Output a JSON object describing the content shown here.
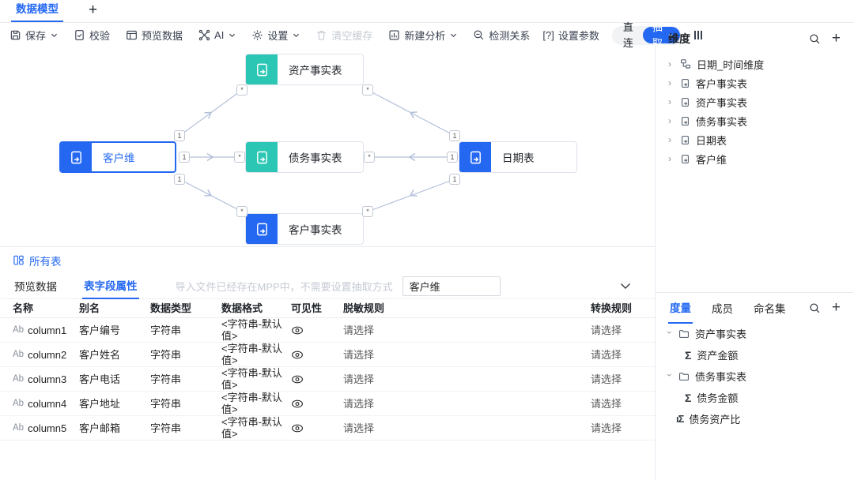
{
  "tabbar": {
    "tab": "数据模型",
    "add": "+"
  },
  "toolbar": {
    "save": "保存",
    "validate": "校验",
    "preview": "预览数据",
    "ai": "AI",
    "settings": "设置",
    "clear_cache": "清空缓存",
    "new_analysis": "新建分析",
    "detect_relations": "检测关系",
    "set_params": "设置参数",
    "mode_direct": "直连",
    "mode_extract": "抽取"
  },
  "colors": {
    "accent": "#2468f2",
    "teal": "#2bc7b4",
    "edge": "#b3c0da"
  },
  "icons": {
    "chevron_right": "›",
    "plus": "+",
    "sigma": "Σ",
    "calc_sigma": "ıΣ",
    "param_brackets": "[?]",
    "field_type_ab": "Ab"
  },
  "canvas": {
    "nodes": [
      {
        "label": "资产事实表",
        "color": "teal"
      },
      {
        "label": "客户维",
        "color": "blue",
        "selected": true
      },
      {
        "label": "债务事实表",
        "color": "teal"
      },
      {
        "label": "日期表",
        "color": "blue"
      },
      {
        "label": "客户事实表",
        "color": "blue"
      }
    ],
    "markers": [
      {
        "label": "1"
      },
      {
        "label": "1"
      },
      {
        "label": "1"
      },
      {
        "label": "*"
      },
      {
        "label": "*"
      },
      {
        "label": "*"
      },
      {
        "label": "*"
      },
      {
        "label": "*"
      },
      {
        "label": "*"
      },
      {
        "label": "1"
      },
      {
        "label": "1"
      },
      {
        "label": "1"
      }
    ]
  },
  "bottom_panel": {
    "all_tables": "所有表",
    "tabs": [
      {
        "label": "预览数据"
      },
      {
        "label": "表字段属性"
      }
    ],
    "hint": "导入文件已经存在MPP中，不需要设置抽取方式",
    "filter_value": "客户维",
    "table": {
      "headers": [
        "名称",
        "别名",
        "数据类型",
        "数据格式",
        "可见性",
        "脱敏规则",
        "转换规则"
      ],
      "rows": [
        {
          "name": "column1",
          "alias": "客户编号",
          "type": "字符串",
          "format": "<字符串-默认值>",
          "mask": "请选择",
          "transform": "请选择"
        },
        {
          "name": "column2",
          "alias": "客户姓名",
          "type": "字符串",
          "format": "<字符串-默认值>",
          "mask": "请选择",
          "transform": "请选择"
        },
        {
          "name": "column3",
          "alias": "客户电话",
          "type": "字符串",
          "format": "<字符串-默认值>",
          "mask": "请选择",
          "transform": "请选择"
        },
        {
          "name": "column4",
          "alias": "客户地址",
          "type": "字符串",
          "format": "<字符串-默认值>",
          "mask": "请选择",
          "transform": "请选择"
        },
        {
          "name": "column5",
          "alias": "客户邮箱",
          "type": "字符串",
          "format": "<字符串-默认值>",
          "mask": "请选择",
          "transform": "请选择"
        }
      ]
    }
  },
  "dimension_panel": {
    "title": "维度",
    "items": [
      {
        "label": "日期_时间维度"
      },
      {
        "label": "客户事实表"
      },
      {
        "label": "资产事实表"
      },
      {
        "label": "债务事实表"
      },
      {
        "label": "日期表"
      },
      {
        "label": "客户维"
      }
    ]
  },
  "measure_panel": {
    "tabs": [
      "度量",
      "成员",
      "命名集"
    ],
    "groups": [
      {
        "label": "资产事实表",
        "children": [
          {
            "label": "资产金额"
          }
        ]
      },
      {
        "label": "债务事实表",
        "children": [
          {
            "label": "债务金额"
          }
        ]
      }
    ],
    "calculated": {
      "label": "债务资产比"
    }
  }
}
